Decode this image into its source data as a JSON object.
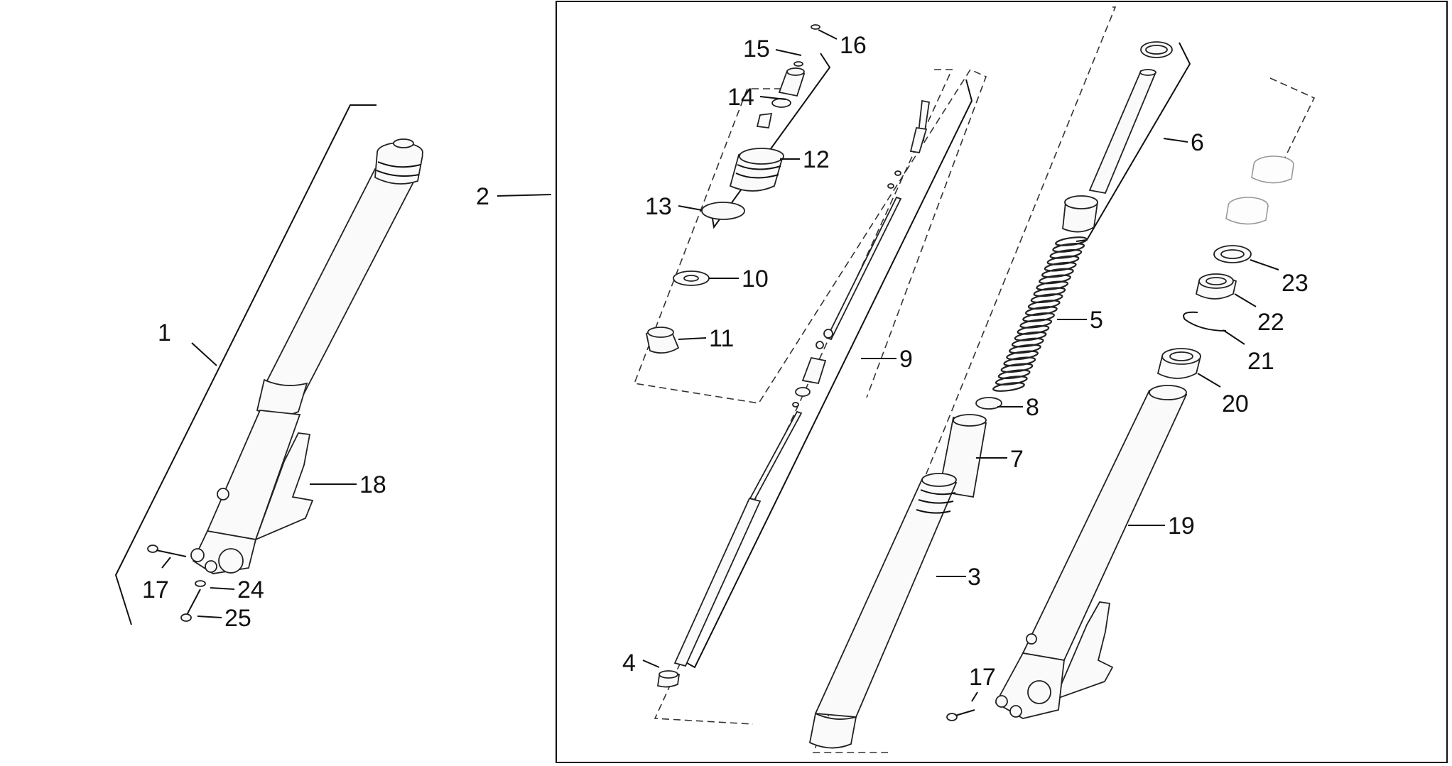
{
  "diagram": {
    "labels": {
      "p1": "1",
      "p2": "2",
      "p3": "3",
      "p4": "4",
      "p5": "5",
      "p6": "6",
      "p7": "7",
      "p8": "8",
      "p9": "9",
      "p10": "10",
      "p11": "11",
      "p12": "12",
      "p13": "13",
      "p14": "14",
      "p15": "15",
      "p16": "16",
      "p17a": "17",
      "p17b": "17",
      "p18": "18",
      "p19": "19",
      "p20": "20",
      "p21": "21",
      "p22": "22",
      "p23": "23",
      "p24": "24",
      "p25": "25"
    },
    "colors": {
      "ink": "#111111",
      "ghost": "#999999",
      "background": "#ffffff"
    }
  }
}
